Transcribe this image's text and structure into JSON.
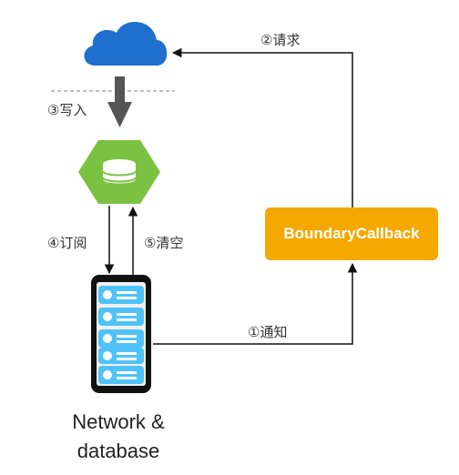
{
  "labels": {
    "request": "②请求",
    "write": "③写入",
    "subscribe": "④订阅",
    "clear": "⑤清空",
    "notify": "①通知"
  },
  "boundary_callback": "BoundaryCallback",
  "caption": {
    "line1": "Network &",
    "line2": "database"
  },
  "colors": {
    "cloud": "#1e6fce",
    "database": "#7cc242",
    "boundary_callback": "#f5a800",
    "server_row": "#4fc3f7",
    "device": "#111111",
    "arrow_gray": "#555555"
  },
  "icons": [
    "cloud-icon",
    "database-hexagon-icon",
    "server-rack-icon"
  ]
}
